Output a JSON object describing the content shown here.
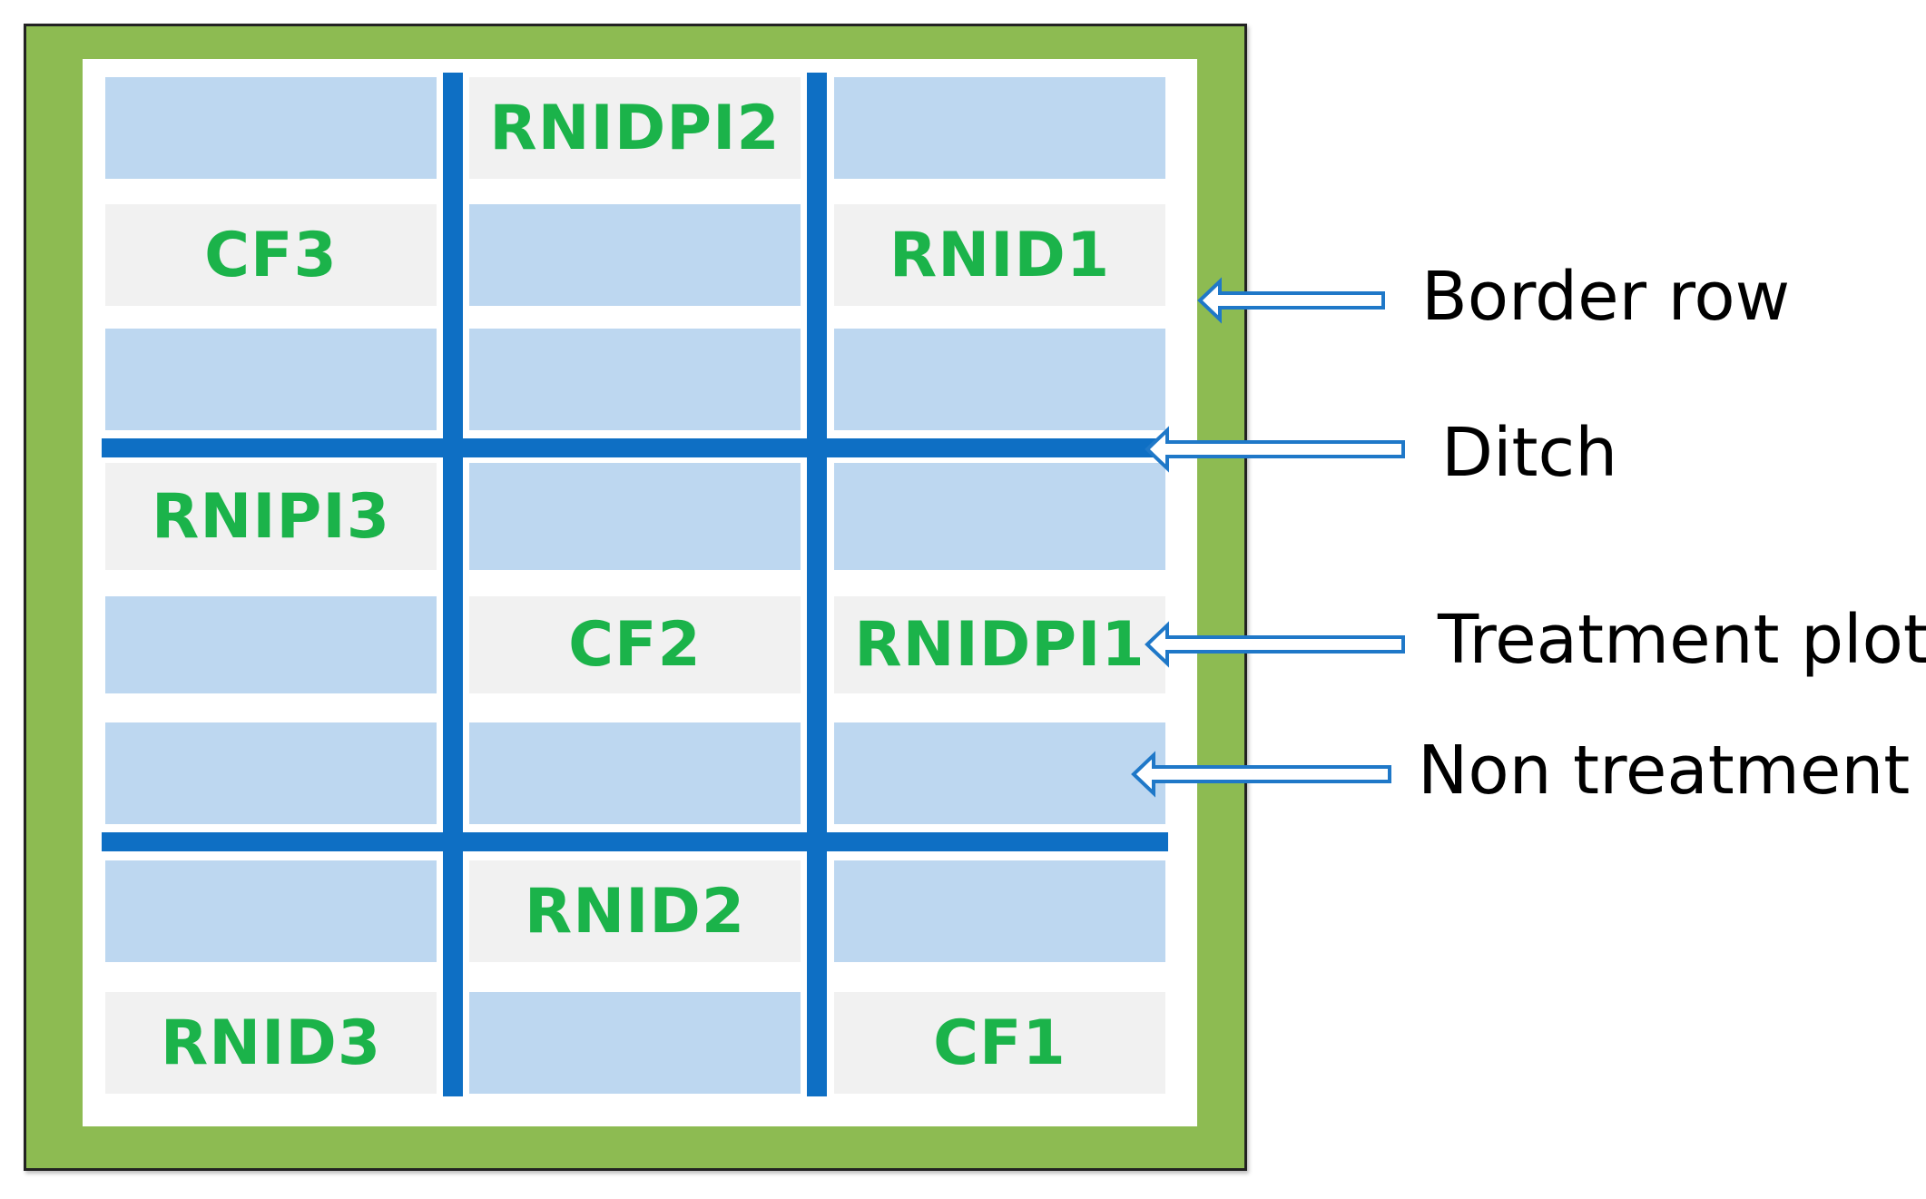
{
  "plots": [
    {
      "row": 0,
      "col": 0,
      "kind": "non",
      "label": ""
    },
    {
      "row": 0,
      "col": 1,
      "kind": "treat",
      "label": "RNIDPI2"
    },
    {
      "row": 0,
      "col": 2,
      "kind": "non",
      "label": ""
    },
    {
      "row": 1,
      "col": 0,
      "kind": "treat",
      "label": "CF3"
    },
    {
      "row": 1,
      "col": 1,
      "kind": "non",
      "label": ""
    },
    {
      "row": 1,
      "col": 2,
      "kind": "treat",
      "label": "RNID1"
    },
    {
      "row": 2,
      "col": 0,
      "kind": "non",
      "label": ""
    },
    {
      "row": 2,
      "col": 1,
      "kind": "non",
      "label": ""
    },
    {
      "row": 2,
      "col": 2,
      "kind": "non",
      "label": ""
    },
    {
      "row": 3,
      "col": 0,
      "kind": "treat",
      "label": "RNIPI3"
    },
    {
      "row": 3,
      "col": 1,
      "kind": "non",
      "label": ""
    },
    {
      "row": 3,
      "col": 2,
      "kind": "non",
      "label": ""
    },
    {
      "row": 4,
      "col": 0,
      "kind": "non",
      "label": ""
    },
    {
      "row": 4,
      "col": 1,
      "kind": "treat",
      "label": "CF2"
    },
    {
      "row": 4,
      "col": 2,
      "kind": "treat",
      "label": "RNIDPI1"
    },
    {
      "row": 5,
      "col": 0,
      "kind": "non",
      "label": ""
    },
    {
      "row": 5,
      "col": 1,
      "kind": "non",
      "label": ""
    },
    {
      "row": 5,
      "col": 2,
      "kind": "non",
      "label": ""
    },
    {
      "row": 6,
      "col": 0,
      "kind": "non",
      "label": ""
    },
    {
      "row": 6,
      "col": 1,
      "kind": "treat",
      "label": "RNID2"
    },
    {
      "row": 6,
      "col": 2,
      "kind": "non",
      "label": ""
    },
    {
      "row": 7,
      "col": 0,
      "kind": "treat",
      "label": "RNID3"
    },
    {
      "row": 7,
      "col": 1,
      "kind": "non",
      "label": ""
    },
    {
      "row": 7,
      "col": 2,
      "kind": "treat",
      "label": "CF1"
    }
  ],
  "legend": {
    "border_row": "Border row",
    "ditch": "Ditch",
    "treatment_plot": "Treatment plot",
    "non_treatment": "Non treatment"
  },
  "colors": {
    "border_row": "#8dbb52",
    "ditch": "#0e6fc4",
    "non_treatment_plot": "#bdd7f0",
    "treatment_plot": "#f1f1f1",
    "treatment_label": "#1bb34a",
    "arrow": "#1f78c8"
  }
}
